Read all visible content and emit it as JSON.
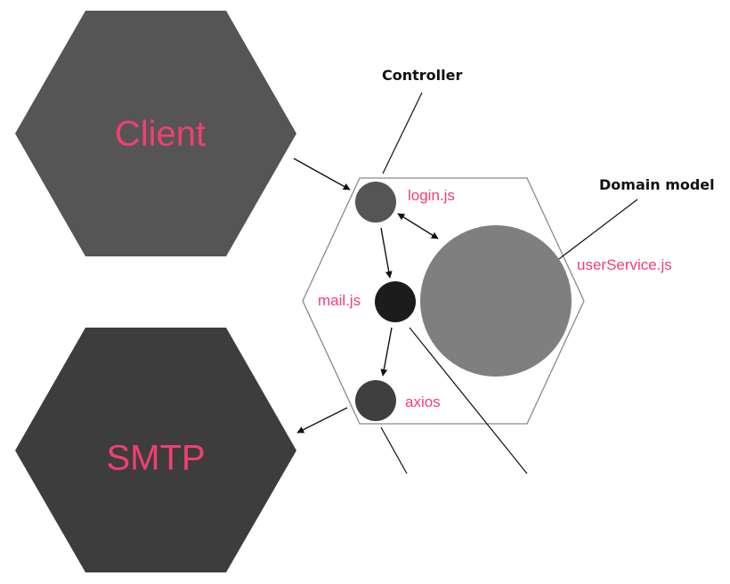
{
  "nodes": {
    "client": {
      "label": "Client",
      "color": "#555555"
    },
    "smtp": {
      "label": "SMTP",
      "color": "#3d3d3d"
    },
    "application": {
      "outline_color": "#8a8a8a"
    },
    "login": {
      "label": "login.js",
      "color": "#555555"
    },
    "mail": {
      "label": "mail.js",
      "color": "#1c1c1c"
    },
    "axios": {
      "label": "axios",
      "color": "#3f3f3f"
    },
    "user_service": {
      "label": "userService.js",
      "color": "#7f7f7f"
    }
  },
  "annotations": {
    "controller": "Controller",
    "domain_model": "Domain model"
  },
  "colors": {
    "label_accent": "#f23e72",
    "edge": "#111111"
  }
}
